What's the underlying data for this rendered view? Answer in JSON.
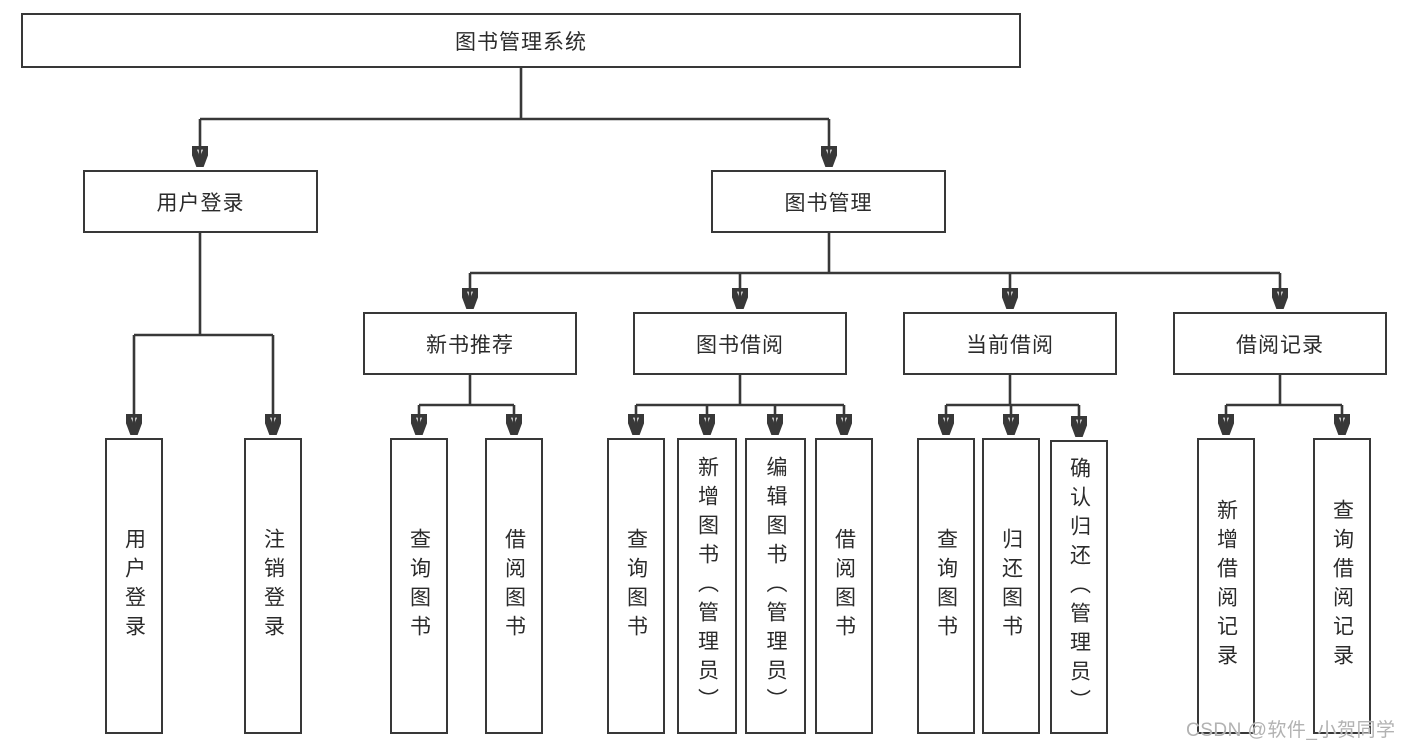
{
  "diagram": {
    "title": "图书管理系统",
    "nodes": {
      "root": "图书管理系统",
      "level2": [
        "用户登录",
        "图书管理"
      ],
      "level3": [
        "新书推荐",
        "图书借阅",
        "当前借阅",
        "借阅记录"
      ],
      "level4": [
        "用户登录",
        "注销登录",
        "查询图书",
        "借阅图书",
        "查询图书",
        "新增图书（管理员）",
        "编辑图书（管理员）",
        "借阅图书",
        "查询图书",
        "归还图书",
        "确认归还（管理员）",
        "新增借阅记录",
        "查询借阅记录"
      ]
    },
    "edges": [
      "图书管理系统→用户登录",
      "图书管理系统→图书管理",
      "用户登录→用户登录",
      "用户登录→注销登录",
      "图书管理→新书推荐",
      "图书管理→图书借阅",
      "图书管理→当前借阅",
      "图书管理→借阅记录",
      "新书推荐→查询图书",
      "新书推荐→借阅图书",
      "图书借阅→查询图书",
      "图书借阅→新增图书（管理员）",
      "图书借阅→编辑图书（管理员）",
      "图书借阅→借阅图书",
      "当前借阅→查询图书",
      "当前借阅→归还图书",
      "当前借阅→确认归还（管理员）",
      "借阅记录→新增借阅记录",
      "借阅记录→查询借阅记录"
    ],
    "colors": {
      "line": "#383838",
      "text": "#2b2b2b",
      "box_fill": "#ffffff",
      "background": "#ffffff",
      "watermark": "#b2b2b2"
    }
  },
  "watermark": "CSDN @软件_小贺同学"
}
